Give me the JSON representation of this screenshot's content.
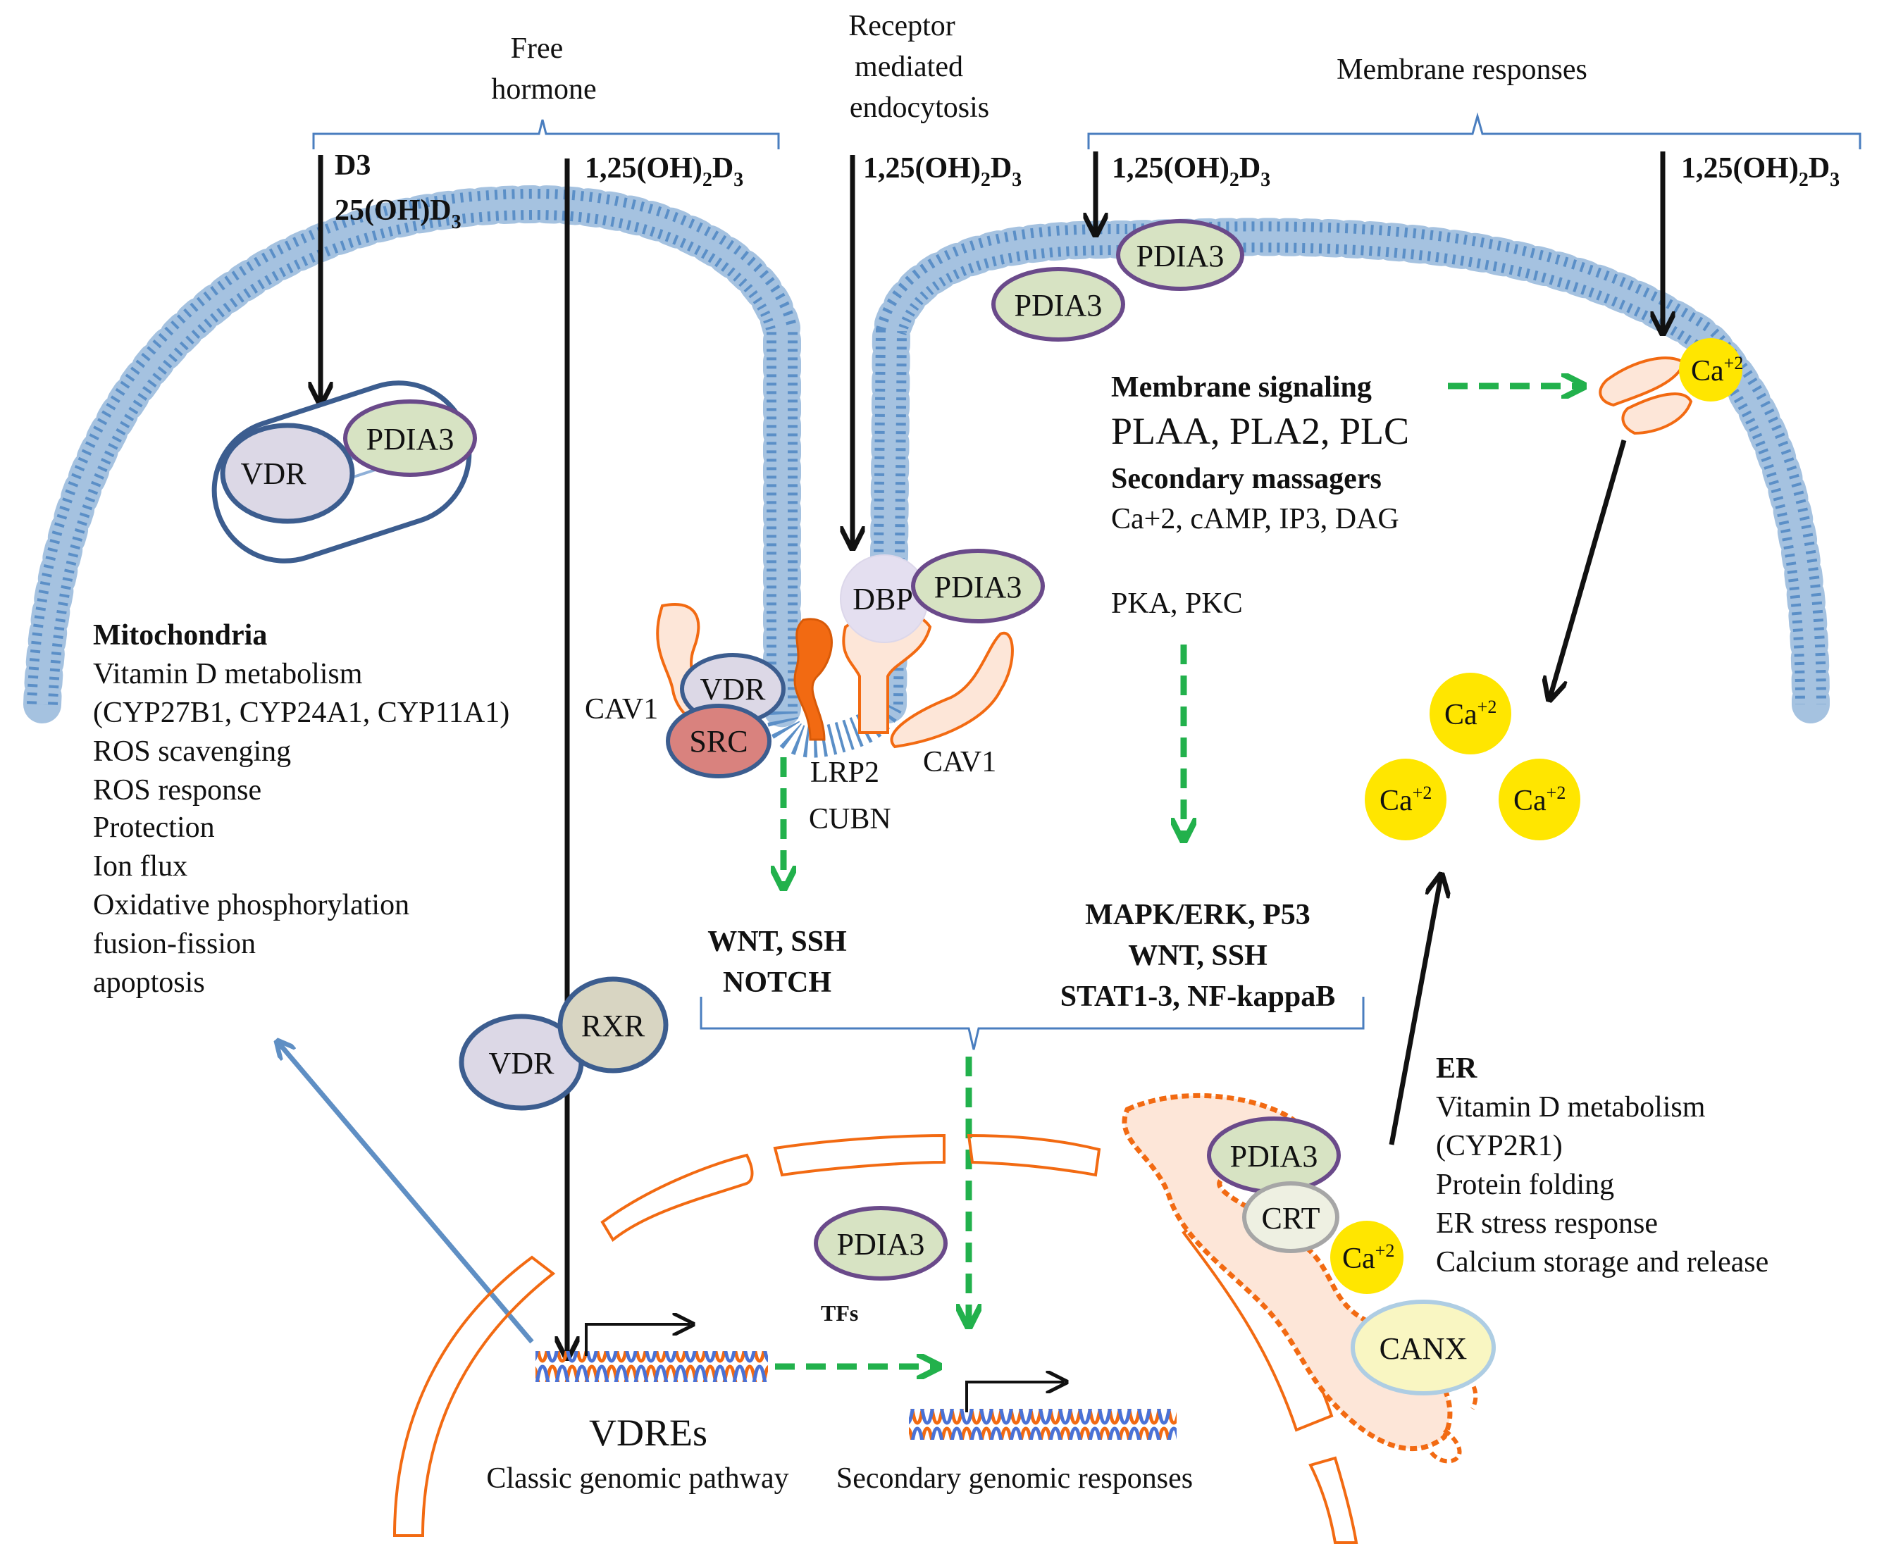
{
  "headers": {
    "free_hormone": [
      "Free",
      "hormone"
    ],
    "receptor_mediated": [
      "Receptor",
      "mediated",
      "endocytosis"
    ],
    "membrane_responses": "Membrane  responses"
  },
  "inputs": {
    "d3": "D3",
    "d25": "25(OH)D",
    "d125": "1,25(OH)",
    "sub2": "2",
    "d_letter": "D",
    "sub3": "3"
  },
  "proteins": {
    "pdia3": "PDIA3",
    "vdr": "VDR",
    "rxr": "RXR",
    "src": "SRC",
    "dbp": "DBP",
    "cav1": "CAV1",
    "lrp2": "LRP2",
    "cubn": "CUBN",
    "crt": "CRT",
    "canx": "CANX",
    "ca": "Ca",
    "ca_sup": "+2"
  },
  "mitochondria": {
    "title": "Mitochondria",
    "items": [
      "Vitamin D metabolism",
      "(CYP27B1, CYP24A1, CYP11A1)",
      "ROS scavenging",
      "ROS response",
      "Protection",
      "Ion flux",
      "Oxidative phosphorylation",
      "fusion-fission",
      "apoptosis"
    ]
  },
  "membrane_signaling": {
    "title": "Membrane signaling",
    "enzymes": "PLAA, PLA2, PLC",
    "secondary_title": "Secondary massagers",
    "secondary_items": "Ca+2, cAMP, IP3, DAG",
    "kinases": "PKA,  PKC"
  },
  "pathways_left": [
    "WNT, SSH",
    "NOTCH"
  ],
  "pathways_right": [
    "MAPK/ERK, P53",
    "WNT, SSH",
    "STAT1-3, NF-kappaB"
  ],
  "er": {
    "title": "ER",
    "items": [
      "Vitamin D metabolism",
      "(CYP2R1)",
      "Protein folding",
      "ER stress response",
      "Calcium storage and release"
    ]
  },
  "nucleus": {
    "tfs": "TFs",
    "vdres": "VDREs",
    "classic": "Classic genomic pathway",
    "secondary": "Secondary genomic responses"
  },
  "colors": {
    "membrane_blue": "#5b8fc7",
    "bracket_blue": "#4a7ebf",
    "arrow_green": "#22b14c",
    "arrow_blue": "#5f8fc4",
    "orange": "#f26a12",
    "orange_fill": "#fde6d8",
    "pdia3_fill": "#d7e3c3",
    "pdia3_stroke": "#6a4a8a",
    "vdr_fill": "#dcd8e6",
    "vdr_stroke": "#3c5d8f",
    "src_fill": "#d9827e",
    "rxr_fill": "#d8d5c2",
    "calcium_yellow": "#ffe600",
    "canx_fill": "#f9f6c2"
  }
}
